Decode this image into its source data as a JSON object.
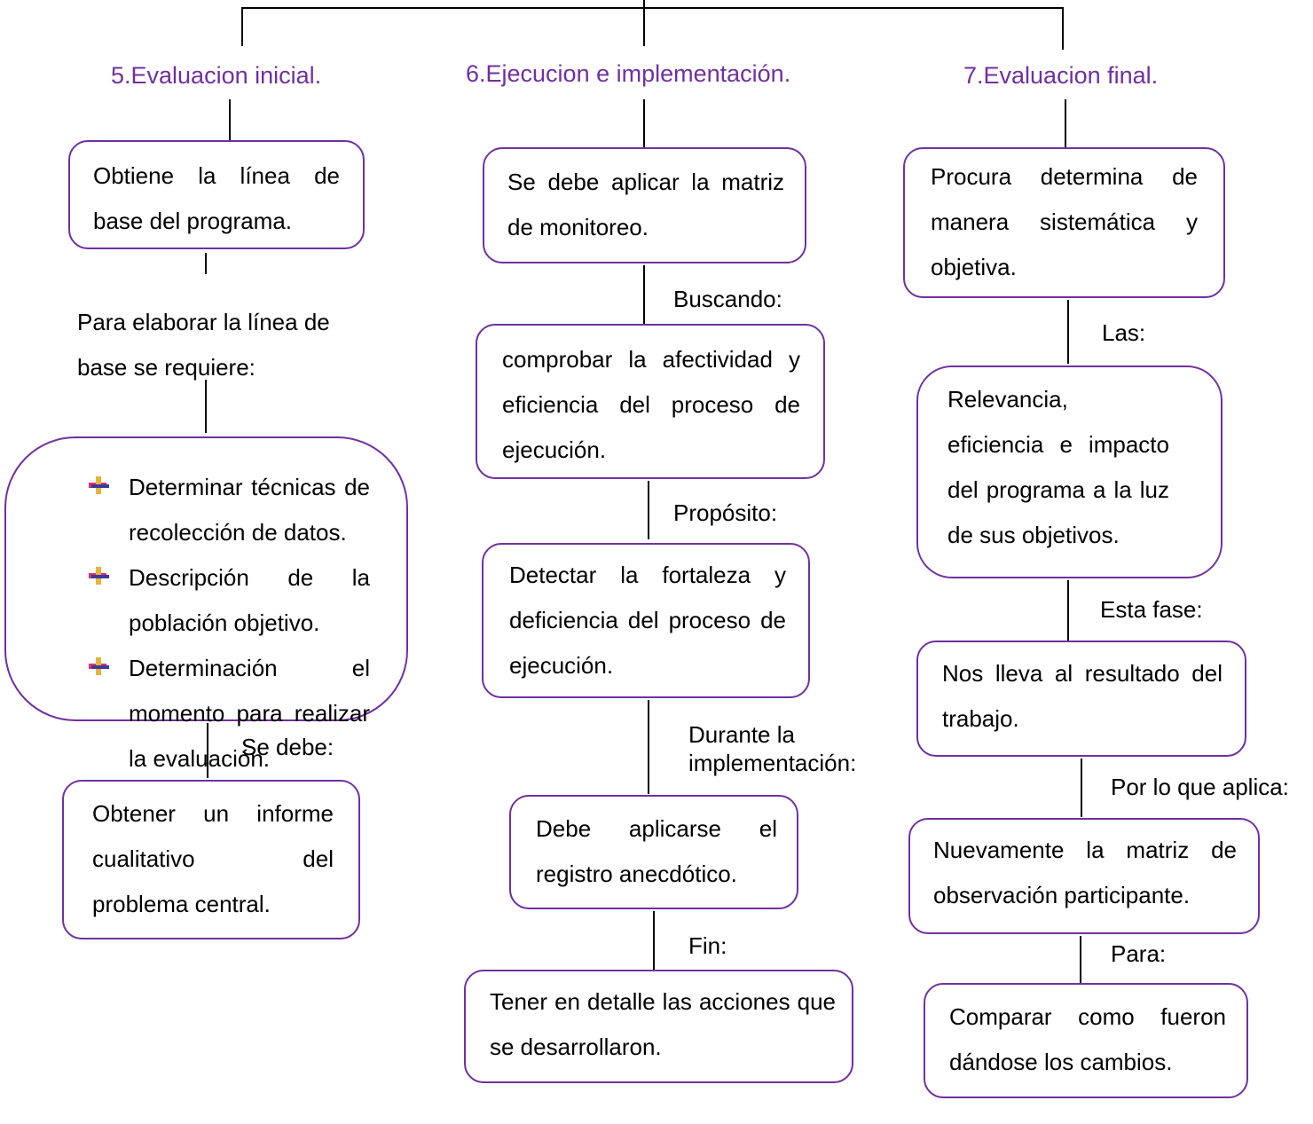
{
  "colors": {
    "heading": "#7030a0",
    "box_border": "#7030a0",
    "bullet_plus": "#e8b33a",
    "bullet_shadow": "#e62e6b",
    "bullet_blue": "#3a3aa0"
  },
  "col5": {
    "heading": "5.Evaluacion inicial.",
    "box1": "Obtiene la línea de base del programa.",
    "label1": "Para elaborar la línea de base se requiere:",
    "bullets": [
      "Determinar técnicas de recolección de datos.",
      "Descripción de la población objetivo.",
      "Determinación el momento para realizar la evaluación."
    ],
    "bullet_icon": "plus-bullet-icon",
    "label2": "Se debe:",
    "box3": "Obtener un informe cualitativo del problema central."
  },
  "col6": {
    "heading": "6.Ejecucion e implementación.",
    "box1": "Se debe aplicar la matriz de monitoreo.",
    "label1": "Buscando:",
    "box2": "comprobar la afectividad y eficiencia del proceso de ejecución.",
    "label2": "Propósito:",
    "box3": "Detectar la fortaleza y deficiencia del proceso de ejecución.",
    "label3": "Durante la implementación:",
    "box4": "Debe aplicarse el registro anecdótico.",
    "label4": "Fin:",
    "box5": "Tener en detalle las acciones que se desarrollaron."
  },
  "col7": {
    "heading": "7.Evaluacion final.",
    "box1": "Procura determina de manera sistemática y objetiva.",
    "label1": "Las:",
    "box2": "Relevancia, eficiencia e impacto del programa a la luz de sus objetivos.",
    "label2": "Esta fase:",
    "box3": "Nos lleva al resultado del trabajo.",
    "label3": "Por lo que aplica:",
    "box4": "Nuevamente la matriz de observación participante.",
    "label4": "Para:",
    "box5": "Comparar como fueron dándose los cambios."
  }
}
